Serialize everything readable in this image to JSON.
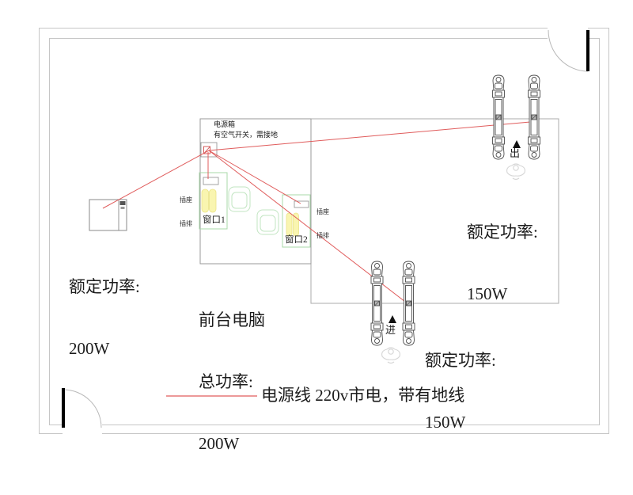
{
  "diagram_title": "room power wiring plan",
  "colors": {
    "power_line": "#e05c5c",
    "wall": "#c6c6c6",
    "area_line": "#a0a0a0",
    "window_box_green": "#a8d8a8",
    "chair_green": "#c2e5c2",
    "equipment_yellow": "#f9f5b0",
    "gate_outline": "#4d4d4d",
    "door_leaf": "#000000",
    "text": "#1c1c1c"
  },
  "power_box": {
    "label": "电源箱",
    "note": "有空气开关，需接地"
  },
  "socket_note": {
    "line1": "插座",
    "line2": "插排"
  },
  "windows": {
    "window1_label": "窗口1",
    "window2_label": "窗口2"
  },
  "front_desk": {
    "line1": "前台电脑",
    "line2": "总功率:",
    "line3": "200W"
  },
  "devices": {
    "left_device": {
      "label_line1": "额定功率:",
      "label_line2": "200W"
    },
    "exit_gate": {
      "label_line1": "额定功率:",
      "label_line2": "150W",
      "direction": "出"
    },
    "entry_gate": {
      "label_line1": "额定功率:",
      "label_line2": "150W",
      "direction": "进"
    }
  },
  "legend": {
    "text": "电源线 220v市电，带有地线"
  }
}
